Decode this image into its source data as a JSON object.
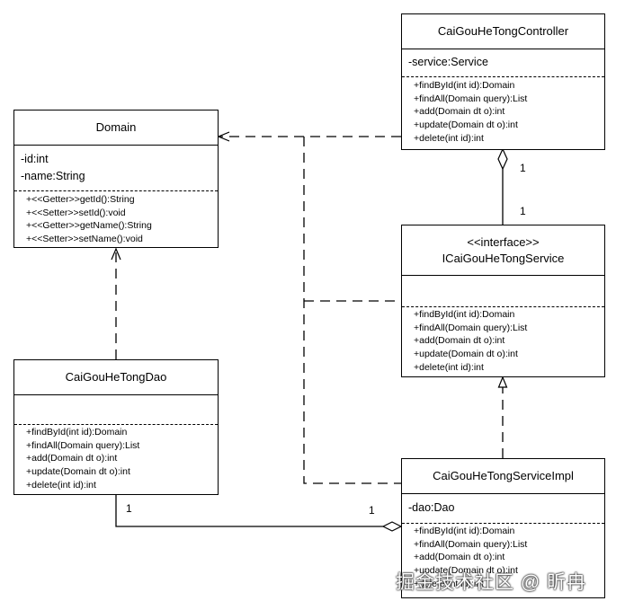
{
  "classes": {
    "controller": {
      "name": "CaiGouHeTongController",
      "attributes": [
        "-service:Service"
      ],
      "operations": [
        "+findById(int id):Domain",
        "+findAll(Domain query):List",
        "+add(Domain dt o):int",
        "+update(Domain dt o):int",
        "+delete(int id):int"
      ]
    },
    "domain": {
      "name": "Domain",
      "attributes": [
        "-id:int",
        "-name:String"
      ],
      "operations": [
        "+<<Getter>>getId():String",
        "+<<Setter>>setId():void",
        "+<<Getter>>getName():String",
        "+<<Setter>>setName():void"
      ]
    },
    "service": {
      "stereotype": "<<interface>>",
      "name": "ICaiGouHeTongService",
      "attributes": [],
      "operations": [
        "+findById(int id):Domain",
        "+findAll(Domain query):List",
        "+add(Domain dt o):int",
        "+update(Domain dt o):int",
        "+delete(int id):int"
      ]
    },
    "dao": {
      "name": "CaiGouHeTongDao",
      "attributes": [],
      "operations": [
        "+findById(int id):Domain",
        "+findAll(Domain query):List",
        "+add(Domain dt o):int",
        "+update(Domain dt o):int",
        "+delete(int id):int"
      ]
    },
    "impl": {
      "name": "CaiGouHeTongServiceImpl",
      "attributes": [
        "-dao:Dao"
      ],
      "operations": [
        "+findById(int id):Domain",
        "+findAll(Domain query):List",
        "+add(Domain dt o):int",
        "+update(Domain dt o):int",
        "+delete(int id):int"
      ]
    }
  },
  "multiplicities": {
    "controller_service_top": "1",
    "controller_service_bottom": "1",
    "dao_impl_left": "1",
    "dao_impl_right": "1"
  },
  "watermark": "掘金技术社区 @ 昕冉"
}
